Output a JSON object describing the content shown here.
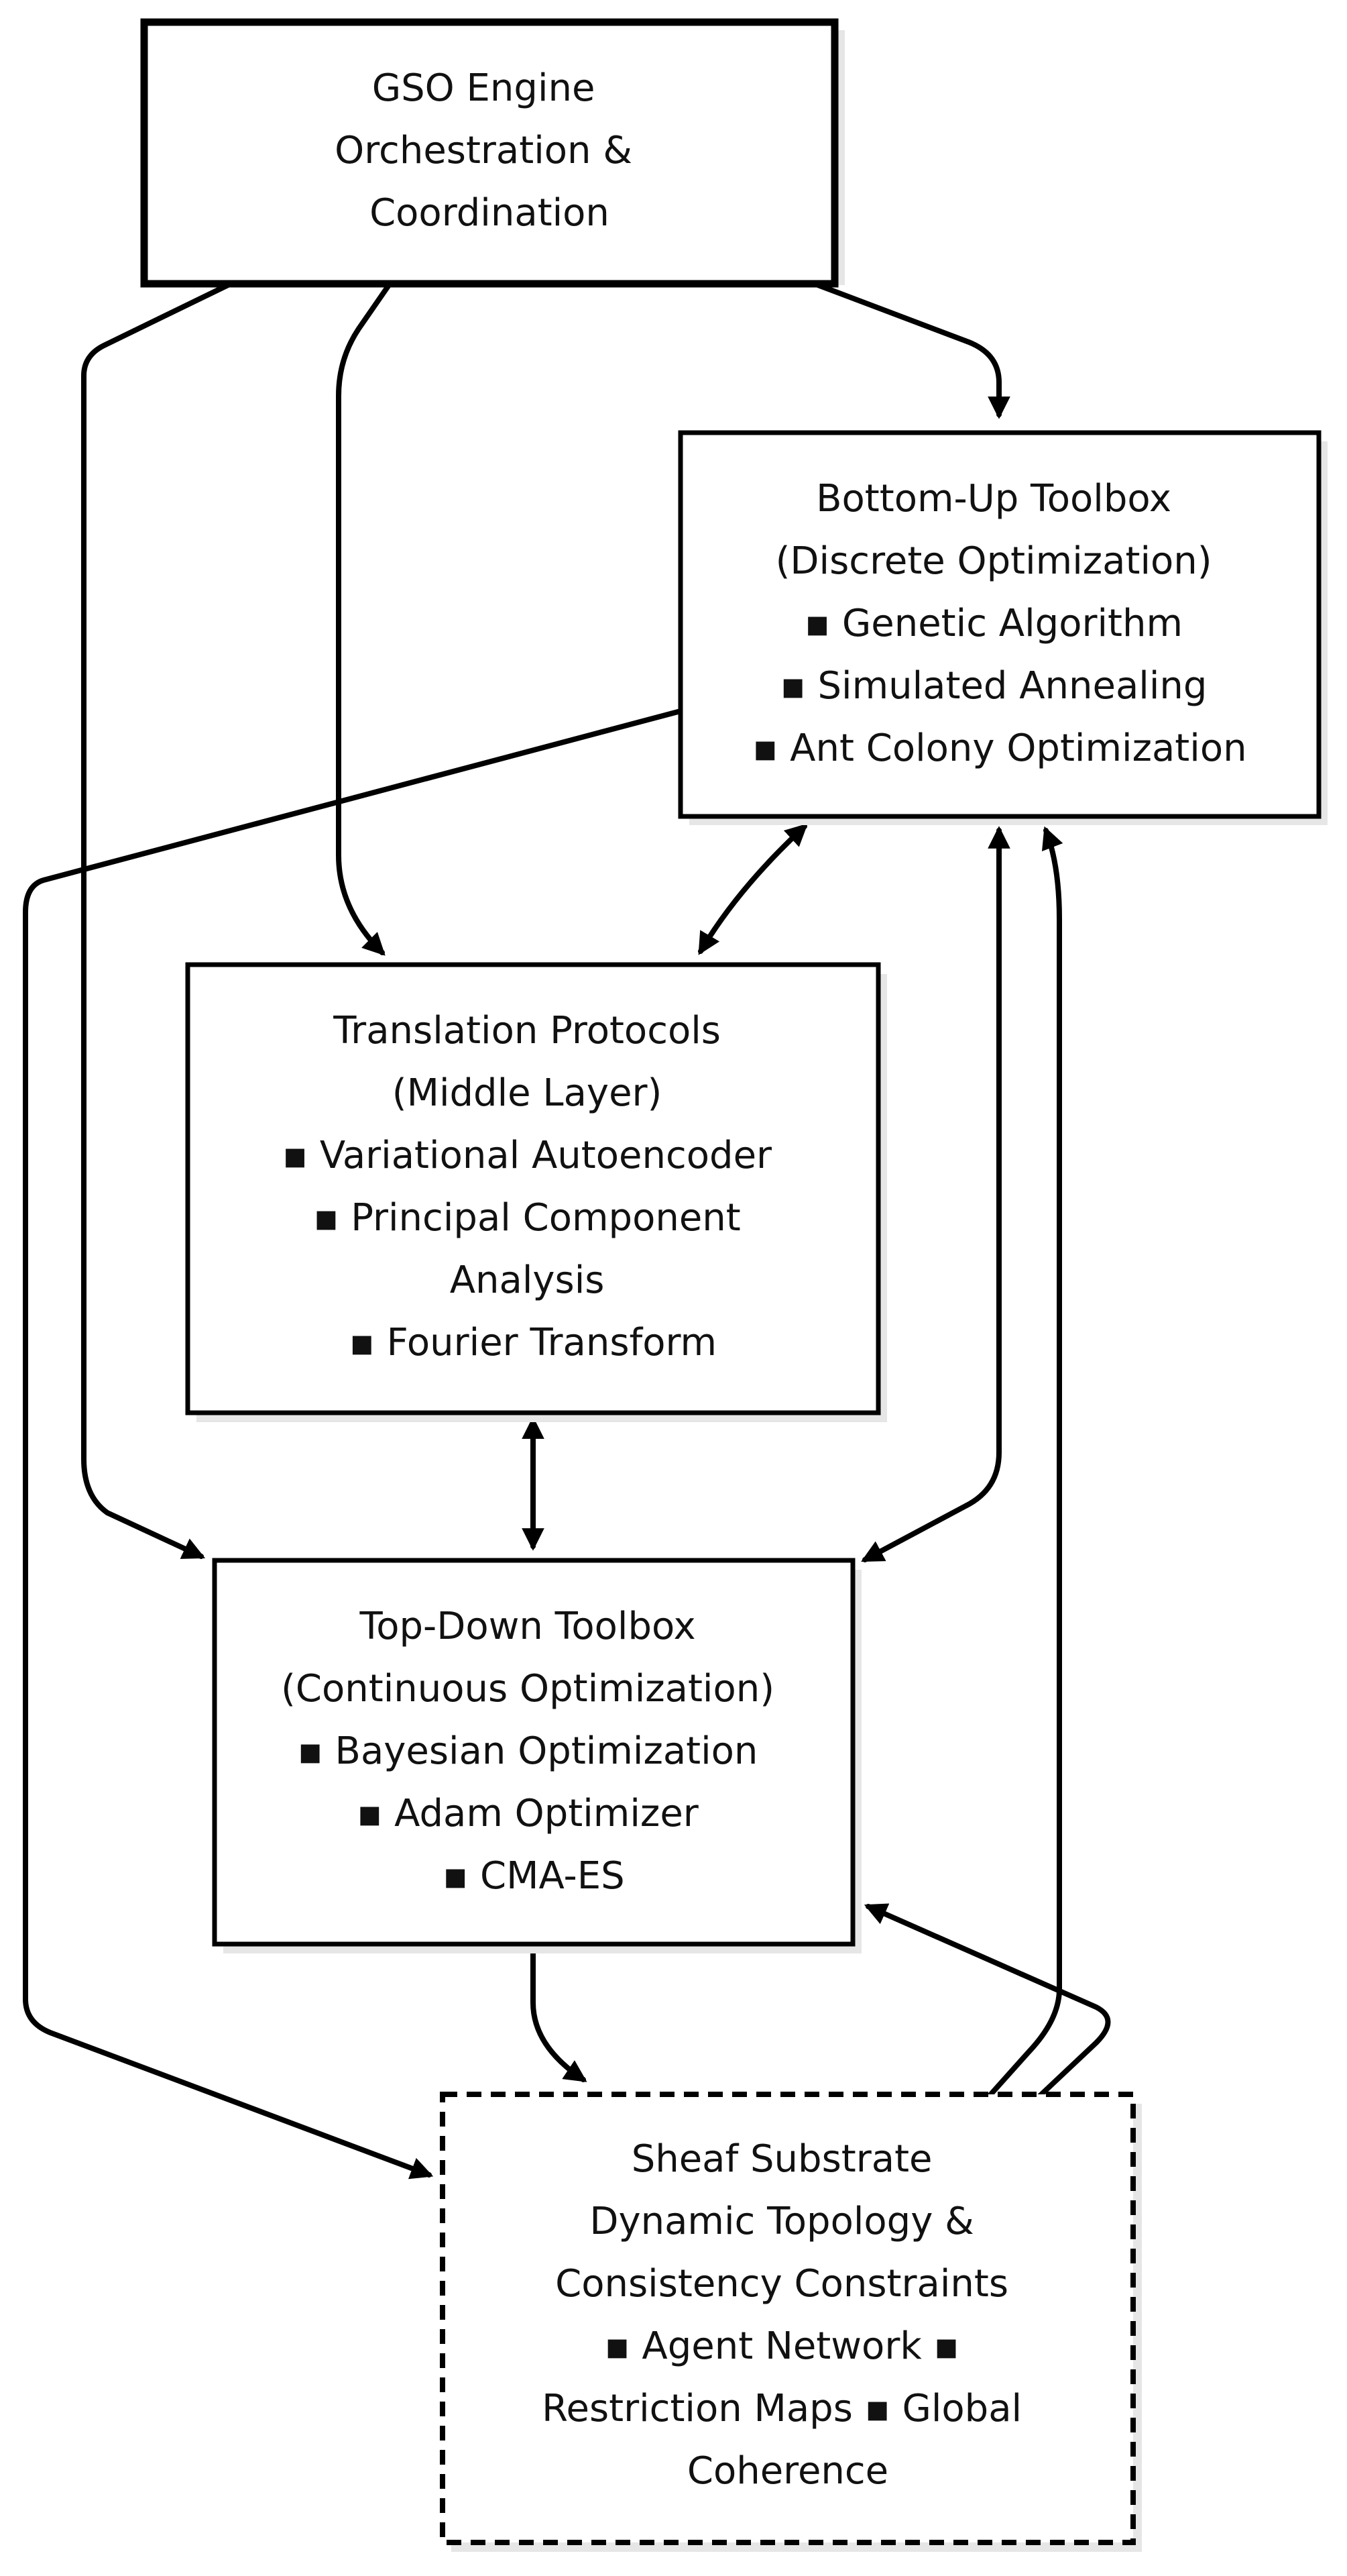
{
  "nodes": {
    "gso_engine": {
      "lines": [
        "GSO Engine",
        "Orchestration &",
        "Coordination"
      ]
    },
    "bottom_up": {
      "lines": [
        "Bottom-Up Toolbox",
        "(Discrete Optimization)",
        "▪ Genetic Algorithm",
        "▪ Simulated Annealing",
        "▪ Ant Colony Optimization"
      ]
    },
    "translation": {
      "lines": [
        "Translation Protocols",
        "(Middle Layer)",
        "▪ Variational Autoencoder",
        "▪ Principal Component",
        "Analysis",
        "▪ Fourier Transform"
      ]
    },
    "top_down": {
      "lines": [
        "Top-Down Toolbox",
        "(Continuous Optimization)",
        "▪ Bayesian Optimization",
        "▪ Adam Optimizer",
        "▪ CMA-ES"
      ]
    },
    "sheaf": {
      "lines": [
        "Sheaf Substrate",
        "Dynamic Topology &",
        "Consistency Constraints",
        "▪ Agent Network ▪",
        "Restriction Maps ▪ Global",
        "Coherence"
      ]
    }
  },
  "edges": [
    {
      "from": "gso_engine",
      "to": "bottom_up",
      "direction": "forward"
    },
    {
      "from": "gso_engine",
      "to": "translation",
      "direction": "forward"
    },
    {
      "from": "gso_engine",
      "to": "top_down",
      "direction": "forward"
    },
    {
      "from": "bottom_up",
      "to": "sheaf",
      "direction": "forward"
    },
    {
      "from": "bottom_up",
      "to": "translation",
      "direction": "both"
    },
    {
      "from": "bottom_up",
      "to": "top_down",
      "direction": "both"
    },
    {
      "from": "translation",
      "to": "top_down",
      "direction": "both"
    },
    {
      "from": "top_down",
      "to": "sheaf",
      "direction": "forward"
    },
    {
      "from": "sheaf",
      "to": "bottom_up",
      "direction": "forward"
    },
    {
      "from": "sheaf",
      "to": "top_down",
      "direction": "forward"
    }
  ],
  "style": {
    "stroke_color": "#000000",
    "shadow_color": "#e6e6e6",
    "text_color": "#111111",
    "sheaf_border": "dashed"
  }
}
